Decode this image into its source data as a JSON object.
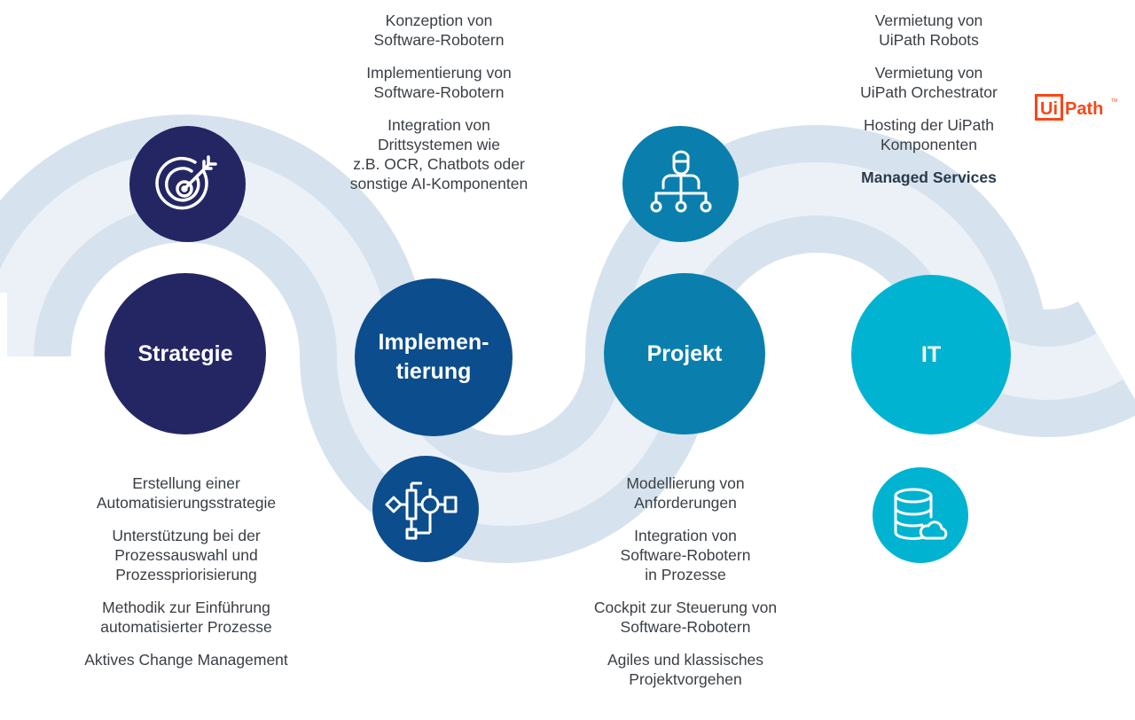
{
  "stages": [
    {
      "label": "Strategie",
      "color": "#242664"
    },
    {
      "label": "Implemen-\ntierung",
      "color": "#0c4d8d"
    },
    {
      "label": "Projekt",
      "color": "#0a7fae"
    },
    {
      "label": "IT",
      "color": "#00b3d1"
    }
  ],
  "icons": [
    {
      "name": "target-icon",
      "color": "#242664"
    },
    {
      "name": "flowchart-icon",
      "color": "#0c4d8d"
    },
    {
      "name": "hierarchy-person-icon",
      "color": "#0a7fae"
    },
    {
      "name": "database-cloud-icon",
      "color": "#00b3d1"
    }
  ],
  "wave_colors": {
    "outer": "#d6e3ee",
    "inner": "#ebf1f7"
  },
  "strategie_items": [
    "Erstellung einer\nAutomatisierungsstrategie",
    "Unterstützung bei der\nProzessauswahl und\nProzesspriorisierung",
    "Methodik zur Einführung\nautomatisierter Prozesse",
    "Aktives Change Management"
  ],
  "implementierung_items": [
    "Konzeption von\nSoftware-Robotern",
    "Implementierung von\nSoftware-Robotern",
    "Integration von\nDrittsystemen wie\nz.B. OCR, Chatbots oder\nsonstige AI-Komponenten"
  ],
  "projekt_items": [
    "Modellierung von\nAnforderungen",
    "Integration von\nSoftware-Robotern\nin Prozesse",
    "Cockpit zur Steuerung von\nSoftware-Robotern",
    "Agiles und klassisches\nProjektvorgehen"
  ],
  "it_items": [
    "Vermietung von\nUiPath Robots",
    "Vermietung von\nUiPath Orchestrator",
    "Hosting der UiPath\nKomponenten",
    "Managed Services"
  ],
  "logo": {
    "part1": "Ui",
    "part2": "Path",
    "tm": "TM",
    "color": "#fa4616"
  }
}
